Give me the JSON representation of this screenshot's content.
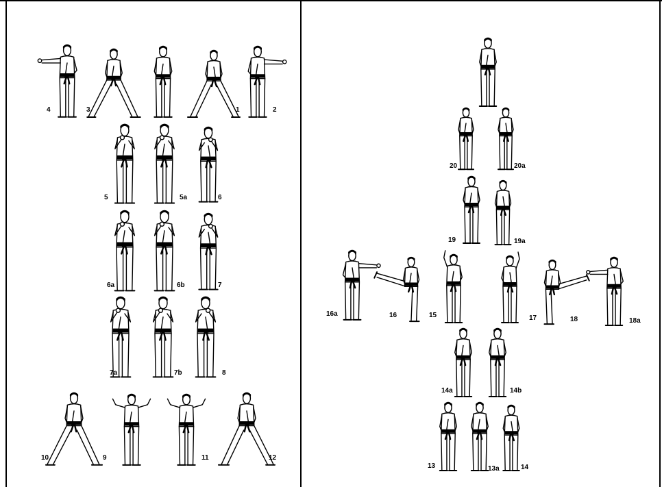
{
  "page": {
    "background": "#ffffff",
    "ink": "#000000"
  },
  "left_panel": {
    "labels": {
      "f4": "4",
      "f3": "3",
      "f1": "1",
      "f2": "2",
      "f5": "5",
      "f5a": "5a",
      "f6": "6",
      "f6a": "6a",
      "f6b": "6b",
      "f7": "7",
      "f7a": "7a",
      "f7b": "7b",
      "f8": "8",
      "f10": "10",
      "f9": "9",
      "f11": "11",
      "f12": "12"
    }
  },
  "right_panel": {
    "labels": {
      "f20": "20",
      "f20a": "20a",
      "f19": "19",
      "f19a": "19a",
      "f16a": "16a",
      "f16": "16",
      "f15": "15",
      "f17": "17",
      "f18": "18",
      "f18a": "18a",
      "f14a": "14a",
      "f14b": "14b",
      "f13": "13",
      "f13a": "13a",
      "f14": "14"
    }
  }
}
